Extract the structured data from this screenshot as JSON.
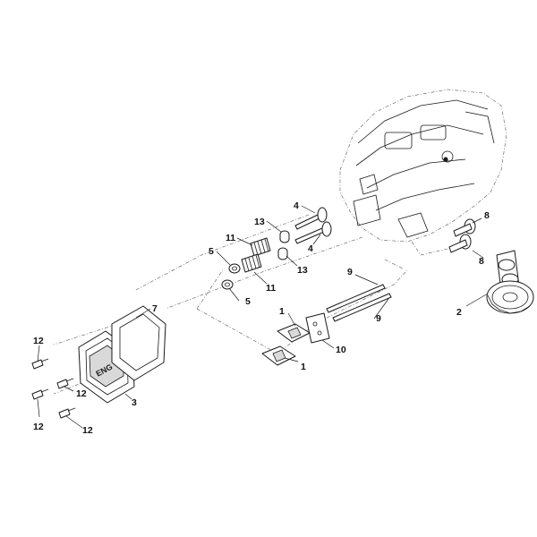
{
  "callouts": {
    "c1a": "1",
    "c1b": "1",
    "c2": "2",
    "c3": "3",
    "c4a": "4",
    "c4b": "4",
    "c5a": "5",
    "c5b": "5",
    "c7": "7",
    "c8a": "8",
    "c8b": "8",
    "c9a": "9",
    "c9b": "9",
    "c10": "10",
    "c11a": "11",
    "c11b": "11",
    "c12a": "12",
    "c12b": "12",
    "c12c": "12",
    "c12d": "12",
    "c13a": "13",
    "c13b": "13"
  },
  "colors": {
    "line": "#1a1a1a",
    "background": "#ffffff"
  }
}
